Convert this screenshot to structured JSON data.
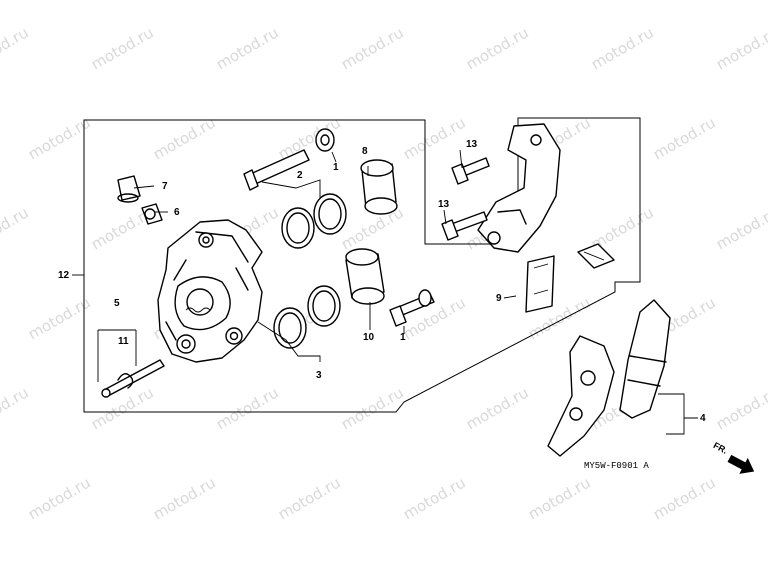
{
  "watermark": "motod.ru",
  "callouts": [
    "1",
    "1",
    "2",
    "3",
    "4",
    "5",
    "6",
    "7",
    "8",
    "9",
    "10",
    "11",
    "12",
    "13",
    "13"
  ],
  "diagram_code": "MY5W-F0901 A",
  "direction_label": "FR.",
  "colors": {
    "ink": "#000000",
    "paper": "#ffffff",
    "watermark": "#d9d9d9"
  }
}
